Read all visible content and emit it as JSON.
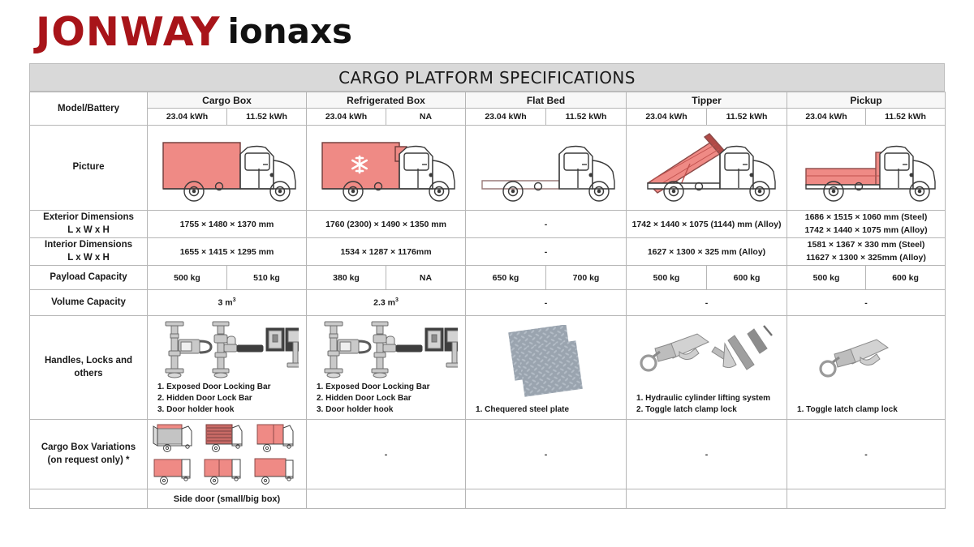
{
  "brand": {
    "name": "JONWAY",
    "sub": "ionaxs",
    "color_primary": "#a81419",
    "color_secondary": "#111111"
  },
  "title": "CARGO PLATFORM SPECIFICATIONS",
  "table": {
    "corner_label": "Model/Battery",
    "groups": [
      {
        "name": "Cargo Box",
        "batteries": [
          "23.04 kWh",
          "11.52 kWh"
        ]
      },
      {
        "name": "Refrigerated Box",
        "batteries": [
          "23.04 kWh",
          "NA"
        ]
      },
      {
        "name": "Flat Bed",
        "batteries": [
          "23.04 kWh",
          "11.52 kWh"
        ]
      },
      {
        "name": "Tipper",
        "batteries": [
          "23.04 kWh",
          "11.52 kWh"
        ]
      },
      {
        "name": "Pickup",
        "batteries": [
          "23.04 kWh",
          "11.52 kWh"
        ]
      }
    ],
    "rows": {
      "picture": {
        "label": "Picture"
      },
      "exterior": {
        "label_line1": "Exterior Dimensions",
        "label_line2": "L x W x H",
        "cargo_box": "1755 × 1480 × 1370 mm",
        "refrigerated_box": "1760 (2300) × 1490 × 1350 mm",
        "flat_bed": "-",
        "tipper": "1742 × 1440 × 1075 (1144) mm (Alloy)",
        "pickup_line1": "1686 × 1515 × 1060 mm (Steel)",
        "pickup_line2": "1742 × 1440 × 1075 mm (Alloy)"
      },
      "interior": {
        "label_line1": "Interior Dimensions",
        "label_line2": "L x W x H",
        "cargo_box": "1655 × 1415 × 1295 mm",
        "refrigerated_box": "1534 × 1287 × 1176mm",
        "flat_bed": "-",
        "tipper": "1627 × 1300 × 325 mm (Alloy)",
        "pickup_line1": "1581 × 1367 × 330 mm (Steel)",
        "pickup_line2": "11627 × 1300 × 325mm (Alloy)"
      },
      "payload": {
        "label": "Payload Capacity",
        "values": [
          "500 kg",
          "510 kg",
          "380 kg",
          "NA",
          "650 kg",
          "700 kg",
          "500 kg",
          "600 kg",
          "500 kg",
          "600 kg"
        ]
      },
      "volume": {
        "label": "Volume Capacity",
        "cargo_box_num": "3 m",
        "cargo_box_sup": "3",
        "refrigerated_num": "2.3 m",
        "refrigerated_sup": "3",
        "flat_bed": "-",
        "tipper": "-",
        "pickup": "-"
      },
      "handles": {
        "label_line1": "Handles, Locks and",
        "label_line2": "others",
        "cargo_box": [
          "1. Exposed Door Locking Bar",
          "2. Hidden Door Lock Bar",
          "3. Door holder hook"
        ],
        "refrigerated_box": [
          "1. Exposed Door Locking Bar",
          "2. Hidden Door Lock Bar",
          "3. Door holder hook"
        ],
        "flat_bed": [
          "1. Chequered steel plate"
        ],
        "tipper": [
          "1. Hydraulic cylinder lifting system",
          "2. Toggle latch clamp lock"
        ],
        "pickup": [
          "1. Toggle latch clamp lock"
        ]
      },
      "variations": {
        "label_line1": "Cargo Box Variations",
        "label_line2": "(on request only) *",
        "refrigerated_box": "-",
        "flat_bed": "-",
        "tipper": "-",
        "pickup": "-"
      },
      "note": {
        "cargo_box": "Side door (small/big box)"
      }
    }
  },
  "icons": {
    "snowflake": "snowflake-icon",
    "truck_cargo": "truck-cargo-box-icon",
    "truck_refrigerated": "truck-refrigerated-box-icon",
    "truck_flatbed": "truck-flat-bed-icon",
    "truck_tipper": "truck-tipper-icon",
    "truck_pickup": "truck-pickup-icon"
  },
  "colors": {
    "box_red": "#ef8a85",
    "box_red_stroke": "#c0504d",
    "header_grey": "#d9d9d9",
    "plate_grey": "#98a2ad"
  }
}
